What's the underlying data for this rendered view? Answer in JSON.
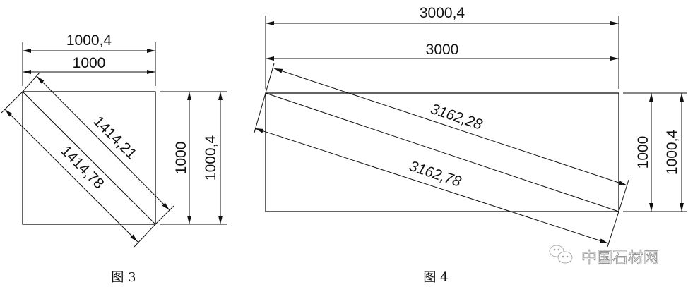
{
  "figure3": {
    "caption": "图 3",
    "dims": {
      "top_outer": "1000,4",
      "top_inner": "1000",
      "right_inner": "1000",
      "right_outer": "1000,4",
      "diag_inner": "1414,21",
      "diag_outer": "1414,78"
    }
  },
  "figure4": {
    "caption": "图 4",
    "dims": {
      "top_outer": "3000,4",
      "top_inner": "3000",
      "right_inner": "1000",
      "right_outer": "1000,4",
      "diag_inner": "3162,28",
      "diag_outer": "3162,78"
    }
  },
  "watermark": {
    "text": "中国石材网",
    "icon": "wechat-icon"
  }
}
